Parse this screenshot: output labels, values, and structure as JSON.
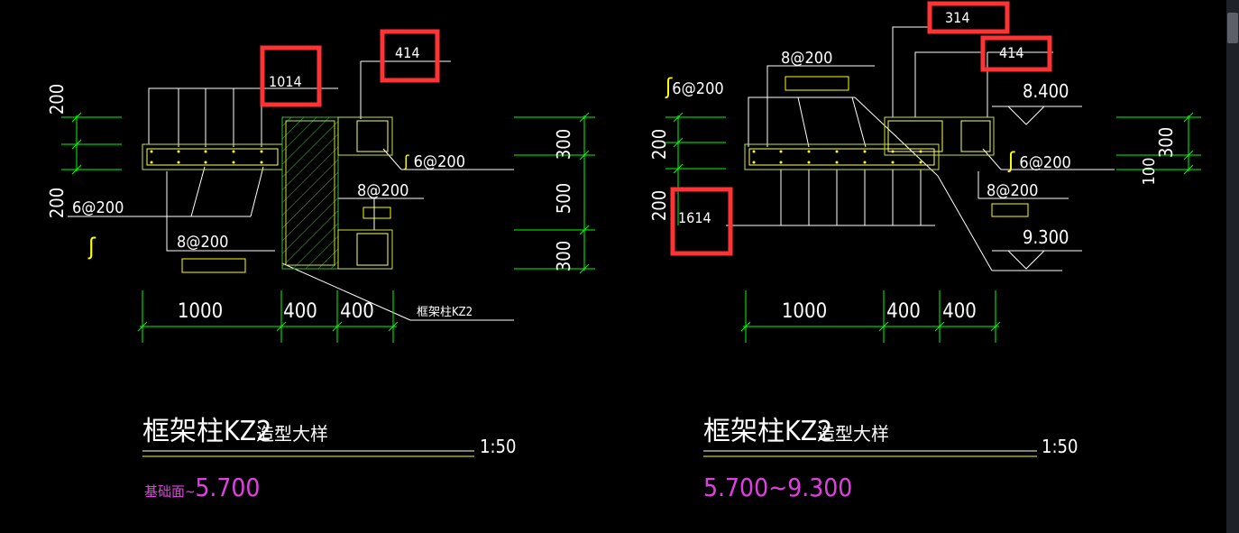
{
  "left_detail": {
    "rebar_top": "1014",
    "rebar_right": "414",
    "stirrup_right": "6@200",
    "bar_right": "8@200",
    "stirrup_left": "6@200",
    "bar_left": "8@200",
    "dim_v_top": "200",
    "dim_v_bottom": "200",
    "dim_r_top": "300",
    "dim_r_mid": "500",
    "dim_r_bottom": "300",
    "dim_h1": "1000",
    "dim_h2": "400",
    "dim_h3": "400",
    "column_label": "框架柱KZ2",
    "title_main": "框架柱KZ2",
    "title_sub": "造型大样",
    "scale": "1:50",
    "elev_prefix": "基础面~",
    "elev_value": "5.700"
  },
  "right_detail": {
    "rebar_top": "314",
    "rebar_right": "414",
    "bar_top": "8@200",
    "stirrup_left": "6@200",
    "rebar_left": "1614",
    "elev_top": "8.400",
    "stirrup_right": "6@200",
    "bar_right": "8@200",
    "elev_bottom": "9.300",
    "dim_v_top": "200",
    "dim_v_bottom": "200",
    "dim_r_top": "300",
    "dim_r_bottom": "100",
    "dim_h1": "1000",
    "dim_h2": "400",
    "dim_h3": "400",
    "title_main": "框架柱KZ2",
    "title_sub": "造型大样",
    "scale": "1:50",
    "elev_range": "5.700~9.300"
  },
  "colors": {
    "background": "#000000",
    "line_white": "#ffffff",
    "dim_green": "#00ff00",
    "text_yellow": "#ffff00",
    "concrete_green": "#3db83d",
    "elevation_magenta": "#e040e0",
    "highlight_red": "#ff3333"
  }
}
